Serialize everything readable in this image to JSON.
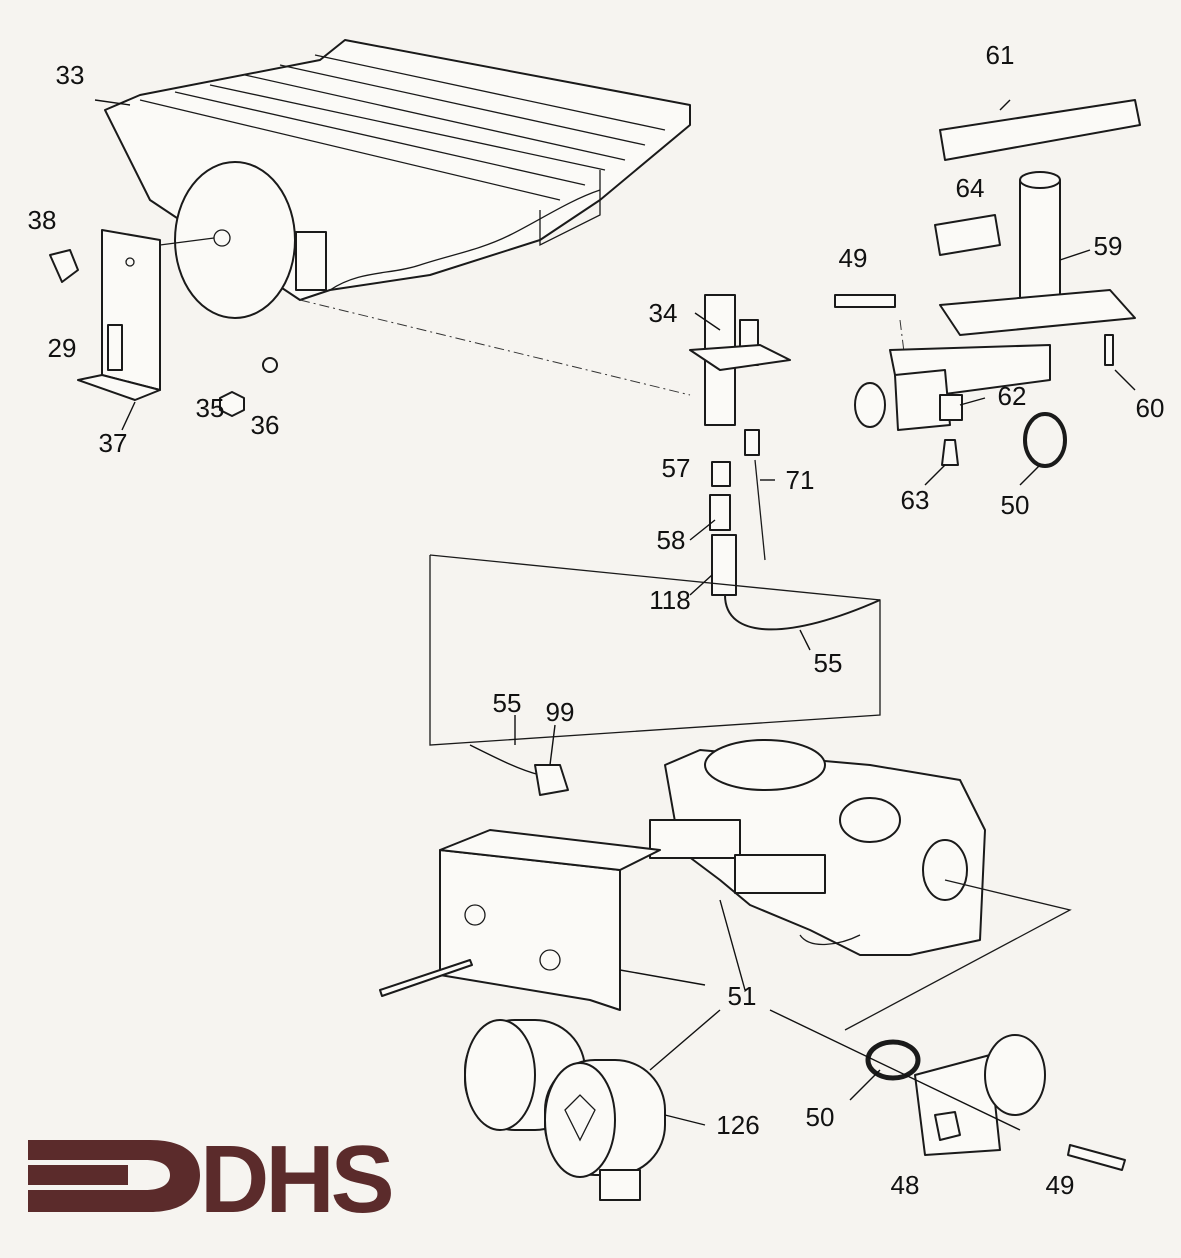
{
  "labels": [
    "33",
    "38",
    "29",
    "35",
    "36",
    "37",
    "34",
    "49",
    "64",
    "61",
    "59",
    "62",
    "60",
    "63",
    "50",
    "57",
    "71",
    "58",
    "118",
    "55",
    "55",
    "99",
    "51",
    "126",
    "50",
    "48",
    "49"
  ],
  "logo": {
    "text": "DHS",
    "color": "#5b2b2b"
  }
}
